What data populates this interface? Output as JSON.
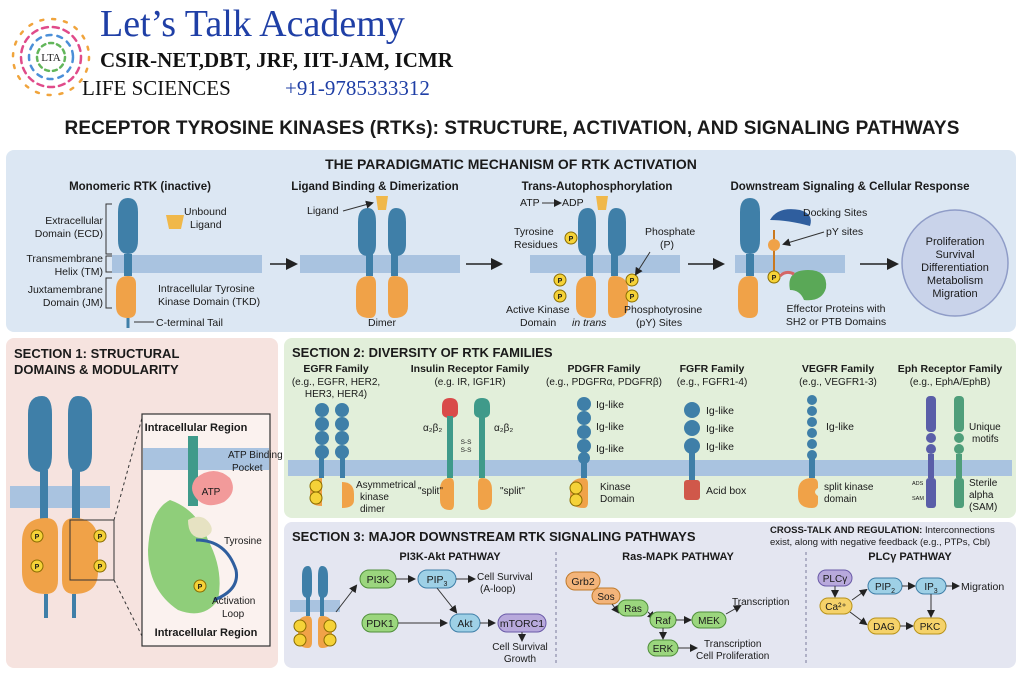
{
  "header": {
    "academy": "Let’s Talk Academy",
    "exams": "CSIR-NET,DBT, JRF, IIT-JAM, ICMR",
    "field": "LIFE SCIENCES",
    "phone": "+91-9785333312",
    "logo_text": "LTA"
  },
  "main_title": "RECEPTOR TYROSINE KINASES (RTKs): STRUCTURE, ACTIVATION, AND SIGNALING PATHWAYS",
  "top": {
    "title": "THE PARADIGMATIC MECHANISM OF RTK ACTIVATION",
    "step1": "Monomeric RTK (inactive)",
    "step2": "Ligand Binding & Dimerization",
    "step3": "Trans-Autophosphorylation",
    "step4": "Downstream Signaling & Cellular Response",
    "ecd1": "Extracellular",
    "ecd2": "Domain (ECD)",
    "tm1": "Transmembrane",
    "tm2": "Helix (TM)",
    "jm1": "Juxtamembrane",
    "jm2": "Domain (JM)",
    "unbound1": "Unbound",
    "unbound2": "Ligand",
    "tkd1": "Intracellular Tyrosine",
    "tkd2": "Kinase Domain (TKD)",
    "ctail": "C-terminal Tail",
    "ligand": "Ligand",
    "dimer": "Dimer",
    "atp": "ATP",
    "adp": "ADP",
    "tyr1": "Tyrosine",
    "tyr2": "Residues",
    "phos1": "Phosphate",
    "phos2": "(P)",
    "active1": "Active Kinase",
    "active2": "Domain",
    "intrans": "in trans",
    "py1": "Phosphotyrosine",
    "py2": "(pY) Sites",
    "docking": "Docking Sites",
    "pysites": "pY sites",
    "eff1": "Effector Proteins with",
    "eff2": "SH2 or PTB Domains",
    "outcomes": [
      "Proliferation",
      "Survival",
      "Differentiation",
      "Metabolism",
      "Migration"
    ],
    "p": "P"
  },
  "s1": {
    "title1": "SECTION 1: STRUCTURAL",
    "title2": "DOMAINS & MODULARITY",
    "intra_top": "Intracellular Region",
    "atp_pocket1": "ATP Binding",
    "atp_pocket2": "Pocket",
    "atp": "ATP",
    "tyrosine": "Tyrosine",
    "loop1": "Activation",
    "loop2": "Loop",
    "intra_bottom": "Intracellular Region"
  },
  "s2": {
    "title": "SECTION 2: DIVERSITY OF RTK FAMILIES",
    "egfr_name": "EGFR Family",
    "egfr_eg1": "(e.g., EGFR, HER2,",
    "egfr_eg2": "HER3, HER4)",
    "egfr_note1": "Asymmetrical",
    "egfr_note2": "kinase",
    "egfr_note3": "dimer",
    "ir_name": "Insulin Receptor Family",
    "ir_eg": "(e.g. IR, IGF1R)",
    "ir_ab": "α₂β₂",
    "ir_split": "\"split\"",
    "ir_ss": "S-S",
    "pdgfr_name": "PDGFR Family",
    "pdgfr_eg": "(e.g., PDGFRα, PDGFRβ)",
    "iglike": "Ig-like",
    "kinase1": "Kinase",
    "kinase2": "Domain",
    "fgfr_name": "FGFR Family",
    "fgfr_eg": "(e.g., FGFR1-4)",
    "acidbox": "Acid box",
    "vegfr_name": "VEGFR Family",
    "vegfr_eg": "(e.g., VEGFR1-3)",
    "vegfr_note1": "split kinase",
    "vegfr_note2": "domain",
    "eph_name": "Eph Receptor Family",
    "eph_eg": "(e.g., EphA/EphB)",
    "unique1": "Unique",
    "unique2": "motifs",
    "sterile1": "Sterile",
    "sterile2": "alpha",
    "sterile3": "(SAM)",
    "ads": "ADS",
    "sam": "SAM"
  },
  "s3": {
    "title": "SECTION 3: MAJOR DOWNSTREAM RTK SIGNALING PATHWAYS",
    "cross_bold": "CROSS-TALK AND REGULATION:",
    "cross_rest": " Interconnections",
    "cross2": "exist, along with negative feedback (e.g., PTPs, Cbl)",
    "pi3k_title": "PI3K-Akt PATHWAY",
    "pi3k": "PI3K",
    "pip3": "PIP",
    "pip3_sub": "3",
    "pdk1": "PDK1",
    "akt": "Akt",
    "mtorc1": "mTORC1",
    "surv1": "Cell Survival",
    "surv2": "(A-loop)",
    "growth1": "Cell Survival",
    "growth2": "Growth",
    "ras_title": "Ras-MAPK PATHWAY",
    "grb2": "Grb2",
    "sos": "Sos",
    "ras": "Ras",
    "raf": "Raf",
    "mek": "MEK",
    "erk": "ERK",
    "transcription": "Transcription",
    "trans2a": "Transcription",
    "trans2b": "Cell Proliferation",
    "plc_title": "PLCγ PATHWAY",
    "plcg": "PLCγ",
    "pip2": "PIP",
    "pip2_sub": "2",
    "ip3": "IP",
    "ip3_sub": "3",
    "ca": "Ca²⁺",
    "dag": "DAG",
    "pkc": "PKC",
    "migration": "Migration"
  }
}
